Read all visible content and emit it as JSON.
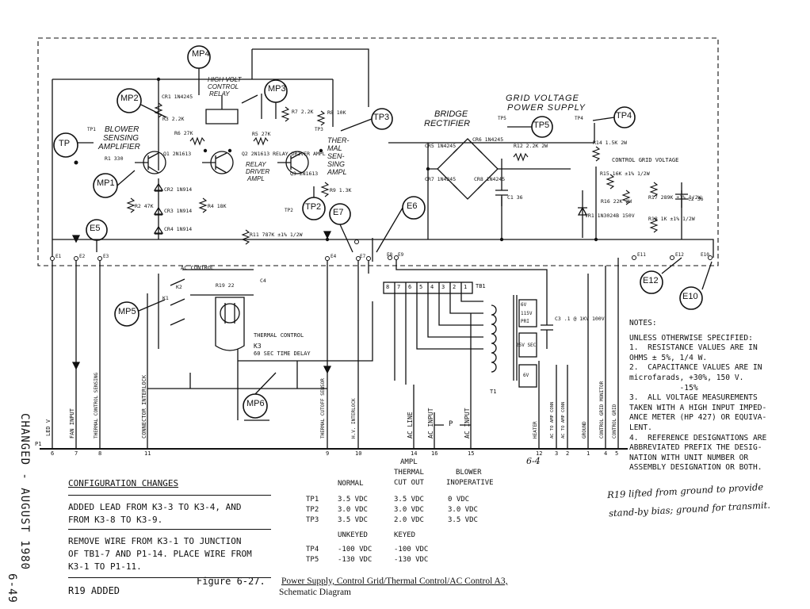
{
  "figure": {
    "number": "Figure 6-27.",
    "title": "Power Supply, Control Grid/Thermal Control/AC Control A3,",
    "subtitle": "Schematic Diagram"
  },
  "side_text": {
    "changed": "CHANGED - AUGUST 1980",
    "page": "6-49"
  },
  "section_labels": {
    "grid_voltage": "GRID VOLTAGE",
    "power_supply": "POWER SUPPLY",
    "bridge": "BRIDGE",
    "rectifier": "RECTIFIER",
    "blower": "BLOWER",
    "sensing": "SENSING",
    "amplifier": "AMPLIFIER",
    "high_volt": "HIGH VOLT",
    "control": "CONTROL",
    "relay": "RELAY",
    "relay_driver_1": "RELAY",
    "relay_driver_2": "DRIVER",
    "relay_driver_3": "AMPL",
    "thermal_1": "THER-",
    "thermal_2": "MAL",
    "thermal_3": "SEN-",
    "thermal_4": "SING",
    "thermal_5": "AMPL",
    "control_grid_voltage": "CONTROL GRID VOLTAGE",
    "ac_control": "AC CONTROL",
    "thermal_control": "THERMAL CONTROL",
    "k3": "K3",
    "time_delay": "60 SEC TIME DELAY",
    "tb1": "TB1",
    "t1": "T1"
  },
  "measure_points": [
    "MP4",
    "MP2",
    "MP3",
    "MP1",
    "MP5",
    "MP6"
  ],
  "test_points": [
    "TP",
    "TP3",
    "TP5",
    "TP4",
    "TP2"
  ],
  "e_points": [
    "E5",
    "E7",
    "E6",
    "E12",
    "E10"
  ],
  "components": {
    "cr1": "CR1 1N4245",
    "r3": "R3 2.2K",
    "r6": "R6 27K",
    "r7": "R7 2.2K",
    "r8": "R8 10K",
    "r5": "R5 27K",
    "q1": "Q1 2N1613",
    "q2": "Q2 2N1613 RELAY DRIVER AMPL",
    "q3": "Q3 2N1613",
    "r1": "R1 330",
    "cr2": "CR2 1N914",
    "cr3": "CR3 1N914",
    "cr4": "CR4 1N914",
    "r2": "R2 47K",
    "r4": "R4 18K",
    "r9": "R9 1.3K",
    "r11": "R11 787K ±1% 1/2W",
    "cr6": "CR6 1N4245",
    "cr5": "CR5 1N4245",
    "cr7": "CR7 1N4245",
    "cr8": "CR8 1N4245",
    "c1": "C1 36",
    "r12": "R12 2.2K 2W",
    "r14": "R14 1.5K 2W",
    "r15": "R15 16K ±1% 1/2W",
    "r16": "R16 22K 2W",
    "vr1": "VR1 1N3024B 150V",
    "r17": "R17 289K ±1% 1/2W",
    "r18": "R18 1K ±1% 1/2W",
    "c2": "C2 36",
    "c3": "C3 .1 @ 1KV 100V",
    "r19": "R19 22",
    "c4": "C4",
    "k1": "K1",
    "k2": "K2"
  },
  "tb1_terminals": [
    "8",
    "7",
    "6",
    "5",
    "4",
    "3",
    "2",
    "1"
  ],
  "transformer_windings": [
    "6V",
    "115V",
    "PRI",
    "25V SEC",
    "6V"
  ],
  "connector_labels": [
    "E1",
    "E2",
    "E3",
    "E4",
    "E7",
    "E8",
    "E9",
    "E11",
    "E12",
    "E10",
    "TP1",
    "TP2",
    "TP3",
    "TP4",
    "TP5"
  ],
  "p1_pins": [
    {
      "pin": "6",
      "label": "LED V"
    },
    {
      "pin": "7",
      "label": "FAN INPUT"
    },
    {
      "pin": "8",
      "label": "THERMAL CONTROL SENSING"
    },
    {
      "pin": "11",
      "label": "CONNECTOR INTERLOCK"
    },
    {
      "pin": "9",
      "label": "THERMAL CUTOFF SENSOR"
    },
    {
      "pin": "10",
      "label": "H.V. INTERLOCK"
    },
    {
      "pin": "14",
      "label": "AC LINE"
    },
    {
      "pin": "16",
      "label": "AC INPUT"
    },
    {
      "pin": "15",
      "label": "AC INPUT"
    },
    {
      "pin": "12",
      "label": "HEATER"
    },
    {
      "pin": "3",
      "label": "AC TO AMP CONN"
    },
    {
      "pin": "2",
      "label": "AC TO AMP CONN"
    },
    {
      "pin": "1",
      "label": "GROUND"
    },
    {
      "pin": "4",
      "label": "CONTROL GRID MONITOR"
    },
    {
      "pin": "5",
      "label": "CONTROL GRID"
    }
  ],
  "p1_label": "P1",
  "ac_line_marker": "P",
  "notes": {
    "heading": "NOTES:",
    "lines": [
      "UNLESS OTHERWISE SPECIFIED:",
      "1.  RESISTANCE VALUES ARE IN",
      "OHMS ± 5%, 1/4 W.",
      "2.  CAPACITANCE VALUES ARE IN",
      "microfarads, +30%, 150 V.",
      "           -15%",
      "3.  ALL VOLTAGE MEASUREMENTS",
      "TAKEN WITH A HIGH INPUT IMPED-",
      "ANCE METER (HP 427) OR EQUIVA-",
      "LENT.",
      "4.  REFERENCE DESIGNATIONS ARE",
      "ABBREVIATED PREFIX THE DESIG-",
      "NATION WITH UNIT NUMBER OR",
      "ASSEMBLY DESIGNATION OR BOTH."
    ]
  },
  "config": {
    "heading": "CONFIGURATION CHANGES",
    "change1_line1": "ADDED LEAD FROM K3-3 TO K3-4, AND",
    "change1_line2": "FROM K3-8 TO K3-9.",
    "change2_line1": "REMOVE WIRE FROM K3-1 TO JUNCTION",
    "change2_line2": "OF TB1-7 AND P1-14.  PLACE WIRE FROM",
    "change2_line3": "K3-1 TO P1-11.",
    "change3": "R19 ADDED"
  },
  "voltage_table": {
    "headers": [
      "NORMAL",
      "AMPL THERMAL CUT OUT",
      "BLOWER INOPERATIVE"
    ],
    "header_ampl": "AMPL",
    "header_thermal": "THERMAL",
    "header_cutout": "CUT OUT",
    "header_blower": "BLOWER",
    "header_inop": "INOPERATIVE",
    "rows": [
      {
        "tp": "TP1",
        "normal": "3.5 VDC",
        "cutout": "3.5 VDC",
        "blower": "0 VDC"
      },
      {
        "tp": "TP2",
        "normal": "3.0 VDC",
        "cutout": "3.0 VDC",
        "blower": "3.0 VDC"
      },
      {
        "tp": "TP3",
        "normal": "3.5 VDC",
        "cutout": "2.0 VDC",
        "blower": "3.5 VDC"
      }
    ],
    "keyed_headers": [
      "UNKEYED",
      "KEYED"
    ],
    "keyed_rows": [
      {
        "tp": "TP4",
        "unkeyed": "-100 VDC",
        "keyed": "-100 VDC"
      },
      {
        "tp": "TP5",
        "unkeyed": "-130 VDC",
        "keyed": "-130 VDC"
      }
    ]
  },
  "handwritten": {
    "note_line1": "R19 lifted from ground to provide",
    "note_line2": "stand-by bias; ground for transmit.",
    "pin_mark": "6-4"
  }
}
